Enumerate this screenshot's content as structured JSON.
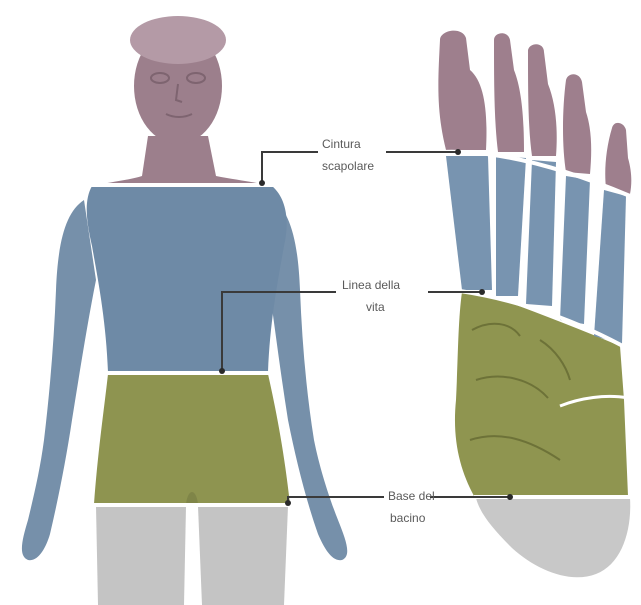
{
  "labels": {
    "shoulder_line_1": "Cintura",
    "shoulder_line_2": "scapolare",
    "waist_line_1": "Linea della",
    "waist_line_2": "vita",
    "pelvis_line_1": "Base del",
    "pelvis_line_2": "bacino"
  },
  "colors": {
    "head_toes": "#9c7f8c",
    "torso_metatarsals": "#6f8aa4",
    "hips_tarsals": "#8f9550",
    "legs_heel": "#bfbfbf",
    "leader_line": "#3a3a3a",
    "label_text": "#5a5a5a"
  }
}
